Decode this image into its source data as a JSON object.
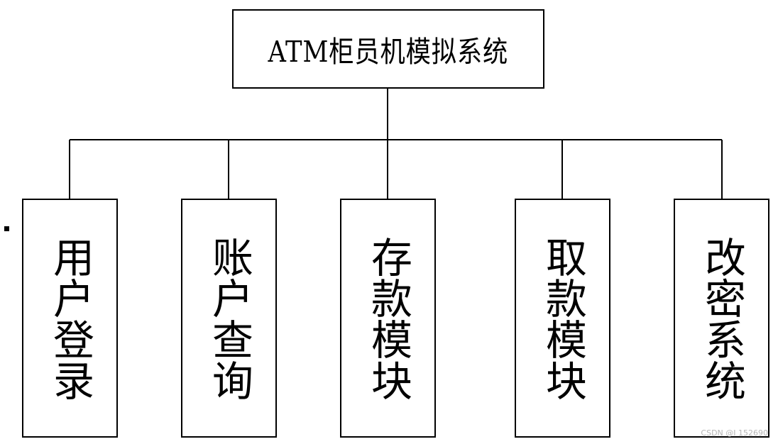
{
  "diagram": {
    "root": {
      "label": "ATM柜员机模拟系统"
    },
    "children": [
      {
        "label": "用户登录"
      },
      {
        "label": "账户查询"
      },
      {
        "label": "存款模块"
      },
      {
        "label": "取款模块"
      },
      {
        "label": "改密系统"
      }
    ],
    "line_color": "#000000",
    "box_fill": "#ffffff"
  },
  "watermark": {
    "text": "CSDN @I 152690"
  }
}
